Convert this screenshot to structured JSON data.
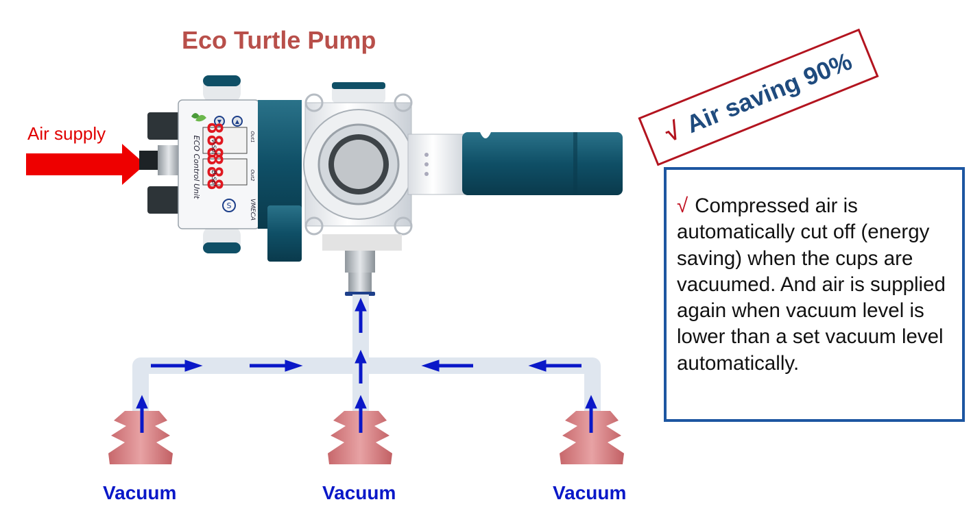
{
  "title": "Eco Turtle Pump",
  "air_supply_label": "Air supply",
  "stamp": {
    "check": "√",
    "text": "Air saving 90%"
  },
  "info_box": {
    "check": "√",
    "text": "Compressed air is automatically cut off (energy saving) when the cups are vacuumed. And air is supplied again when vacuum level is lower than a set vacuum level automatically."
  },
  "vacuum_labels": [
    "Vacuum",
    "Vacuum",
    "Vacuum"
  ],
  "control_unit": {
    "name": "ECO Control Unit",
    "brand": "VMECA",
    "display_top": "888",
    "display_bottom": "888",
    "label_vsol": "V-Sol",
    "label_bsol": "B-Sol",
    "label_out1": "Out1",
    "label_out2": "Out2",
    "set_button": "S",
    "button_up": "▲",
    "button_down": "▼"
  },
  "colors": {
    "title": "#b84f4a",
    "arrow_supply": "#e00000",
    "vacuum_arrows": "#0a18c8",
    "pipe": "#d8e2ee",
    "pump_teal": "#0f4f66",
    "suction_cup": "#d9898c",
    "stamp_border": "#b3141f",
    "info_border": "#1d56a1"
  }
}
